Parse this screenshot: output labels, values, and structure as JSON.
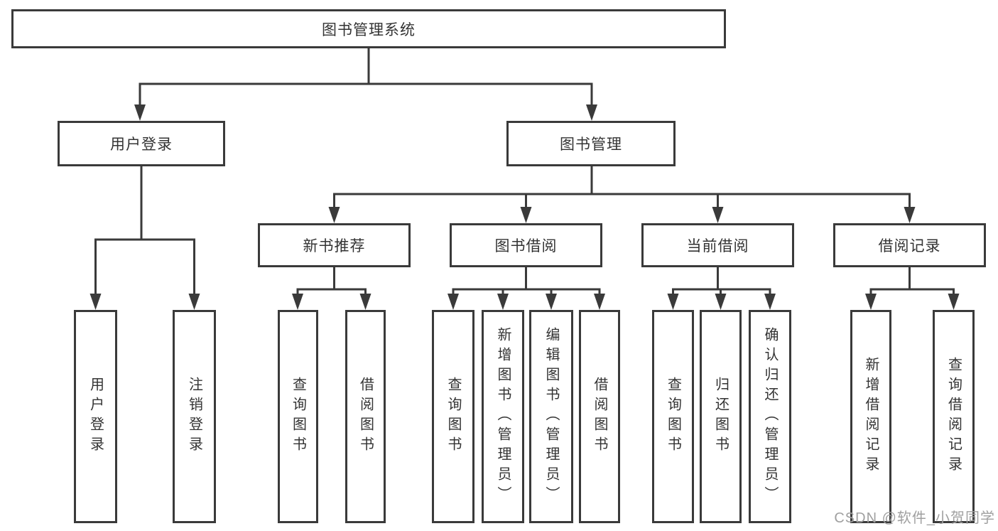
{
  "diagram": {
    "title": "图书管理系统",
    "root": {
      "label": "图书管理系统"
    },
    "level2": [
      {
        "label": "用户登录"
      },
      {
        "label": "图书管理"
      }
    ],
    "level3": [
      {
        "label": "新书推荐"
      },
      {
        "label": "图书借阅"
      },
      {
        "label": "当前借阅"
      },
      {
        "label": "借阅记录"
      }
    ],
    "leaves": {
      "user": [
        "用户登录",
        "注销登录"
      ],
      "newbook": [
        "查询图书",
        "借阅图书"
      ],
      "borrow": [
        "查询图书",
        "新增图书（管理员）",
        "编辑图书（管理员）",
        "借阅图书"
      ],
      "current": [
        "查询图书",
        "归还图书",
        "确认归还（管理员）"
      ],
      "records": [
        "新增借阅记录",
        "查询借阅记录"
      ]
    }
  },
  "watermark": "CSDN @软件_小贺同学",
  "colors": {
    "line": "#3a3a3a",
    "text": "#333333",
    "watermark": "#a0a0a0",
    "bg": "#ffffff"
  }
}
